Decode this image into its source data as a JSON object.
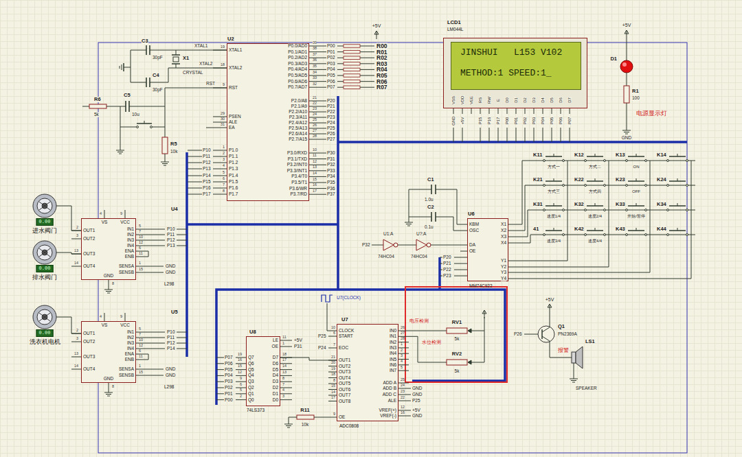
{
  "diagram": {
    "nodes": [
      {
        "text": [
          "U2"
        ]
      },
      {
        "text": [
          "LCD1",
          "LM044L",
          "JINSHUI   L153 V102",
          "METHOD:1 SPEED:1_"
        ]
      },
      {
        "text": [
          "U6",
          "MM74C922"
        ]
      },
      {
        "text": [
          "U4",
          "L298"
        ]
      },
      {
        "text": [
          "U5",
          "L298"
        ]
      },
      {
        "text": [
          "0.00",
          "进水阀门"
        ]
      },
      {
        "text": [
          "0.00",
          "排水阀门"
        ]
      },
      {
        "text": [
          "0.00",
          "洗衣机电机"
        ]
      },
      {
        "text": [
          "U8",
          "74LS373"
        ]
      },
      {
        "text": [
          "U7",
          "ADC0808"
        ]
      }
    ],
    "edges": [
      {
        "from": 5,
        "to": 3,
        "arrow": "none"
      },
      {
        "from": 6,
        "to": 3,
        "arrow": "none"
      },
      {
        "from": 7,
        "to": 4,
        "arrow": "none"
      },
      {
        "from": 9,
        "to": 8,
        "arrow": "none"
      }
    ],
    "labels": [
      "XTAL1",
      "XTAL2",
      "RST",
      "PSEN",
      "ALE",
      "EA",
      "P1.0",
      "P1.1",
      "P1.2",
      "P1.3",
      "P1.4",
      "P1.5",
      "P1.6",
      "P1.7",
      "19",
      "18",
      "9",
      "29",
      "30",
      "31",
      "1",
      "2",
      "3",
      "4",
      "5",
      "6",
      "7",
      "8",
      "P10",
      "P11",
      "P12",
      "P13",
      "P14",
      "P15",
      "P16",
      "P17",
      "P0.0/AD0",
      "P0.1/AD1",
      "P0.2/AD2",
      "P0.3/AD3",
      "P0.4/AD4",
      "P0.5/AD5",
      "P0.6/AD6",
      "P0.7/AD7",
      "P2.0/A8",
      "P2.1/A9",
      "P2.2/A10",
      "P2.3/A11",
      "P2.4/A12",
      "P2.5/A13",
      "P2.6/A14",
      "P2.7/A15",
      "P3.0/RXD",
      "P3.1/TXD",
      "P3.2/INT0",
      "P3.3/INT1",
      "P3.4/T0",
      "P3.5/T1",
      "P3.6/WR",
      "P3.7/RD",
      "39",
      "38",
      "37",
      "36",
      "35",
      "34",
      "33",
      "32",
      "21",
      "22",
      "23",
      "24",
      "25",
      "26",
      "27",
      "28",
      "10",
      "11",
      "12",
      "13",
      "14",
      "15",
      "16",
      "17",
      "P00",
      "P01",
      "P02",
      "P03",
      "P04",
      "P05",
      "P06",
      "P07",
      "P20",
      "P21",
      "P22",
      "P23",
      "P24",
      "P25",
      "P26",
      "P27",
      "P30",
      "P31",
      "P32",
      "P33",
      "P34",
      "P35",
      "P36",
      "P37",
      "R00",
      "R01",
      "R02",
      "R03",
      "R04",
      "R05",
      "R06",
      "R07",
      "+5V",
      "VSS",
      "VDD",
      "VEE",
      "RS",
      "RW",
      "E",
      "D0",
      "D1",
      "D2",
      "D3",
      "D4",
      "D5",
      "D6",
      "D7",
      "GND",
      "+5V",
      "P15",
      "P16",
      "P17",
      "P00",
      "P01",
      "P02",
      "P03",
      "P04",
      "P05",
      "P06",
      "P07",
      "+5V",
      "D1",
      "R1",
      "100",
      "电源显示灯",
      "GND",
      "K11",
      "K12",
      "K13",
      "K14",
      "K21",
      "K22",
      "K23",
      "K24",
      "K31",
      "K32",
      "K33",
      "K34",
      "41",
      "K42",
      "K43",
      "K44",
      "方式一",
      "方式二",
      "ON",
      "方式三",
      "方式四",
      "OFF",
      "速度1/4",
      "速度2/4",
      "开始/暂停",
      "速度3/4",
      "速度4/4",
      "KBM",
      "OSC",
      "DA",
      "OE",
      "X1",
      "X2",
      "X3",
      "X4",
      "Y1",
      "Y2",
      "Y3",
      "Y4",
      "P20",
      "P21",
      "P22",
      "P23",
      "C1",
      "1.0u",
      "C2",
      "0.1u",
      "U1:A",
      "74HC04",
      "U?:A",
      "74HC04",
      "P32",
      "VS",
      "VCC",
      "OUT1",
      "OUT2",
      "OUT3",
      "OUT4",
      "IN1",
      "IN2",
      "IN3",
      "IN4",
      "ENA",
      "ENB",
      "SENSA",
      "SENSB",
      "GND",
      "4",
      "9",
      "2",
      "3",
      "13",
      "14",
      "5",
      "7",
      "10",
      "12",
      "6",
      "11",
      "1",
      "15",
      "8",
      "P10",
      "P11",
      "P12",
      "P13",
      "GND",
      "GND",
      "VS",
      "VCC",
      "OUT1",
      "OUT2",
      "OUT3",
      "OUT4",
      "IN1",
      "IN2",
      "IN3",
      "IN4",
      "ENA",
      "ENB",
      "SENSA",
      "SENSB",
      "GND",
      "4",
      "9",
      "2",
      "3",
      "13",
      "14",
      "5",
      "7",
      "10",
      "12",
      "6",
      "11",
      "1",
      "15",
      "8",
      "P10",
      "P11",
      "P12",
      "P14",
      "GND",
      "GND",
      "C3",
      "30pF",
      "X1",
      "CRYSTAL",
      "C4",
      "30pF",
      "XTAL1",
      "XTAL2",
      "RST",
      "C5",
      "10u",
      "R6",
      "5k",
      "R5",
      "10k",
      "CLOCK",
      "START",
      "EOC",
      "OUT1",
      "OUT2",
      "OUT3",
      "OUT4",
      "OUT5",
      "OUT6",
      "OUT7",
      "OUT8",
      "OE",
      "IN0",
      "IN1",
      "IN2",
      "IN3",
      "IN4",
      "IN5",
      "IN6",
      "IN7",
      "ADD A",
      "ADD B",
      "ADD C",
      "ALE",
      "VREF(+)",
      "VREF(-)",
      "10",
      "6",
      "7",
      "21",
      "20",
      "19",
      "18",
      "8",
      "15",
      "14",
      "17",
      "9",
      "26",
      "27",
      "28",
      "1",
      "2",
      "3",
      "4",
      "5",
      "25",
      "24",
      "23",
      "22",
      "12",
      "16",
      "P25",
      "P31",
      "P24",
      "U7(CLOCK)",
      "GND",
      "GND",
      "P25",
      "+5V",
      "GND",
      "电压检测",
      "水位检测",
      "RV1",
      "5k",
      "RV2",
      "5k",
      "Q7",
      "Q6",
      "Q5",
      "Q4",
      "Q3",
      "Q2",
      "Q1",
      "Q0",
      "D7",
      "D6",
      "D5",
      "D4",
      "D3",
      "D2",
      "D1",
      "D0",
      "LE",
      "OE",
      "19",
      "16",
      "15",
      "12",
      "9",
      "6",
      "5",
      "2",
      "18",
      "17",
      "14",
      "13",
      "8",
      "7",
      "4",
      "3",
      "11",
      "1",
      "P07",
      "P06",
      "P05",
      "P04",
      "P03",
      "P02",
      "P01",
      "P00",
      "+5V",
      "R11",
      "10k",
      "+5V",
      "Q1",
      "PN2369A",
      "P26",
      "LS1",
      "报警",
      "SPEAKER"
    ]
  }
}
